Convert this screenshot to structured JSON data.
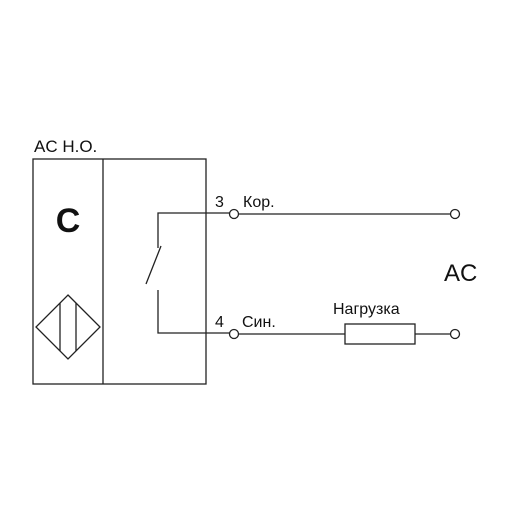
{
  "diagram": {
    "device_label": "AC Н.О.",
    "sensor_type": "C",
    "supply_label": "AC",
    "load_label": "Нагрузка",
    "terminals": [
      {
        "number": "3",
        "wire": "Кор."
      },
      {
        "number": "4",
        "wire": "Син."
      }
    ],
    "icons": {
      "sensing_face": "diamond-sensing-face-icon",
      "switch": "normally-open-switch-icon",
      "load": "resistor-load-icon"
    },
    "colors": {
      "line": "#222222",
      "background": "#ffffff"
    }
  }
}
